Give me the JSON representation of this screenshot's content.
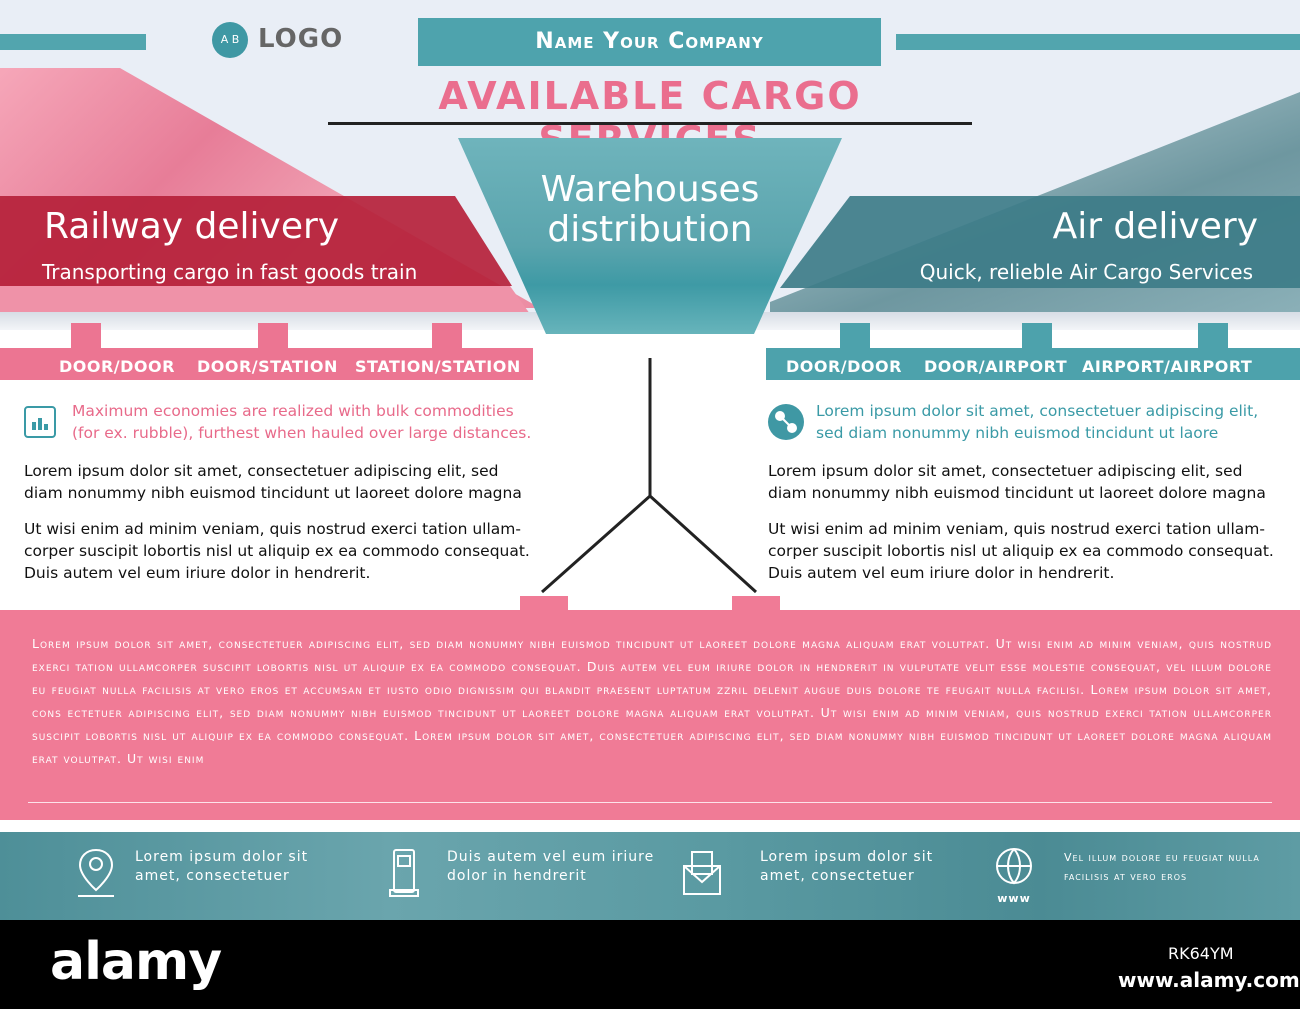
{
  "header": {
    "logo_text": "LOGO",
    "logo_glyph": "A B",
    "company": "Name Your Company",
    "title": "AVAILABLE CARGO SERVICES"
  },
  "left": {
    "title": "Railway delivery",
    "subtitle": "Transporting cargo in fast goods train",
    "tabs": [
      "DOOR/DOOR",
      "DOOR/STATION",
      "STATION/STATION"
    ],
    "lead": "Maximum economies are realized with bulk commodities (for ex. rubble), furthest when hauled over large distances.",
    "p1": "Lorem ipsum dolor sit amet, consectetuer adipiscing elit, sed diam nonummy nibh euismod tincidunt ut laoreet dolore magna",
    "p2": "Ut wisi enim ad minim veniam, quis nostrud exerci tation ullam-corper suscipit lobortis nisl ut aliquip ex ea commodo consequat. Duis autem vel eum iriure dolor in hendrerit."
  },
  "center": {
    "title": "Warehouses distribution"
  },
  "right": {
    "title": "Air delivery",
    "subtitle": "Quick, relieble Air Cargo Services",
    "tabs": [
      "DOOR/DOOR",
      "DOOR/AIRPORT",
      "AIRPORT/AIRPORT"
    ],
    "lead": "Lorem ipsum dolor sit amet, consectetuer adipiscing elit, sed diam nonummy nibh euismod tincidunt ut laore",
    "p1": "Lorem ipsum dolor sit amet, consectetuer adipiscing elit, sed diam nonummy nibh euismod tincidunt ut laoreet dolore magna",
    "p2": "Ut wisi enim ad minim veniam, quis nostrud exerci tation ullam-corper suscipit lobortis nisl ut aliquip ex ea commodo consequat. Duis autem vel eum iriure dolor in hendrerit."
  },
  "pink": {
    "text": "Lorem ipsum dolor sit amet, consectetuer adipiscing elit, sed diam nonummy nibh euismod tincidunt ut laoreet dolore magna aliquam erat volutpat. Ut wisi enim ad minim veniam, quis nostrud exerci tation ullamcorper suscipit lobortis nisl ut aliquip ex ea commodo consequat. Duis autem vel eum iriure dolor in hendrerit in vulputate velit esse molestie consequat, vel illum dolore eu feugiat nulla facilisis at vero eros et accumsan et iusto odio dignissim qui blandit praesent luptatum zzril delenit augue duis dolore te feugait nulla facilisi. Lorem ipsum dolor sit amet, cons ectetuer adipiscing elit, sed diam nonummy nibh euismod tincidunt ut laoreet dolore magna aliquam erat volutpat. Ut wisi enim ad minim veniam, quis nostrud exerci tation ullamcorper suscipit lobortis nisl ut aliquip ex ea commodo consequat. Lorem ipsum dolor sit amet, consectetuer adipiscing elit, sed diam nonummy nibh euismod tincidunt ut laoreet dolore magna aliquam erat volutpat. Ut wisi enim"
  },
  "footer": {
    "items": [
      {
        "icon": "location-pin-icon",
        "text": "Lorem ipsum dolor sit amet, consectetuer"
      },
      {
        "icon": "phone-icon",
        "text": "Duis autem vel eum iriure dolor in hendrerit"
      },
      {
        "icon": "mail-icon",
        "text": "Lorem ipsum dolor sit amet, consectetuer"
      },
      {
        "icon": "globe-icon",
        "text": "Vel illum dolore eu feugiat nulla facilisis at vero eros",
        "icon_label": "www"
      }
    ]
  },
  "watermark": {
    "brand": "alamy",
    "id": "RK64YM",
    "url": "www.alamy.com"
  },
  "colors": {
    "teal": "#4ea3ad",
    "pink": "#f07b96",
    "dark_red": "#b5213a"
  }
}
